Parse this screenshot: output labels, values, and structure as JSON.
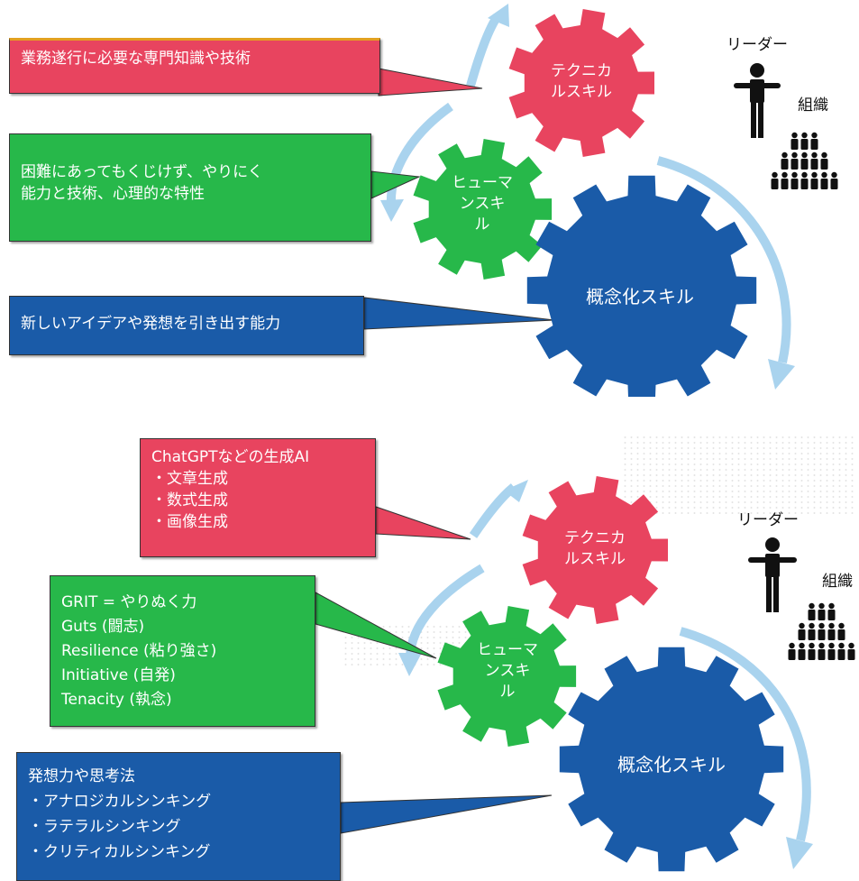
{
  "top": {
    "gears": {
      "technical": "テクニカルスキル",
      "technical_lines": [
        "テクニカ",
        "ルスキル"
      ],
      "human_lines": [
        "ヒューマ",
        "ンスキ",
        "ル"
      ],
      "conceptual": "概念化スキル"
    },
    "callouts": {
      "red": [
        "業務遂行に必要な専門知識や技術"
      ],
      "green": [
        "困難にあってもくじけず、やりにく",
        "能力と技術、心理的な特性"
      ],
      "blue": [
        "新しいアイデアや発想を引き出す能力"
      ]
    },
    "leader_label": "リーダー",
    "org_label": "組織"
  },
  "bottom": {
    "gears": {
      "technical_lines": [
        "テクニカ",
        "ルスキル"
      ],
      "human_lines": [
        "ヒューマ",
        "ンスキ",
        "ル"
      ],
      "conceptual": "概念化スキル"
    },
    "callouts": {
      "red": [
        "ChatGPTなどの生成AI",
        "・文章生成",
        "・数式生成",
        "・画像生成"
      ],
      "green": [
        "GRIT = やりぬく力",
        "Guts (闘志)",
        "Resilience (粘り強さ)",
        "Initiative (自発)",
        "Tenacity (執念)"
      ],
      "blue": [
        "発想力や思考法",
        "・アナロジカルシンキング",
        "・ラテラルシンキング",
        "・クリティカルシンキング"
      ]
    },
    "leader_label": "リーダー",
    "org_label": "組織"
  },
  "colors": {
    "red": "#e8445f",
    "green": "#27b84a",
    "blue": "#1a5ba8",
    "arrow": "#a9d3ee"
  },
  "icons": [
    "gear-icon",
    "person-icon",
    "group-icon",
    "curved-arrow-icon"
  ]
}
